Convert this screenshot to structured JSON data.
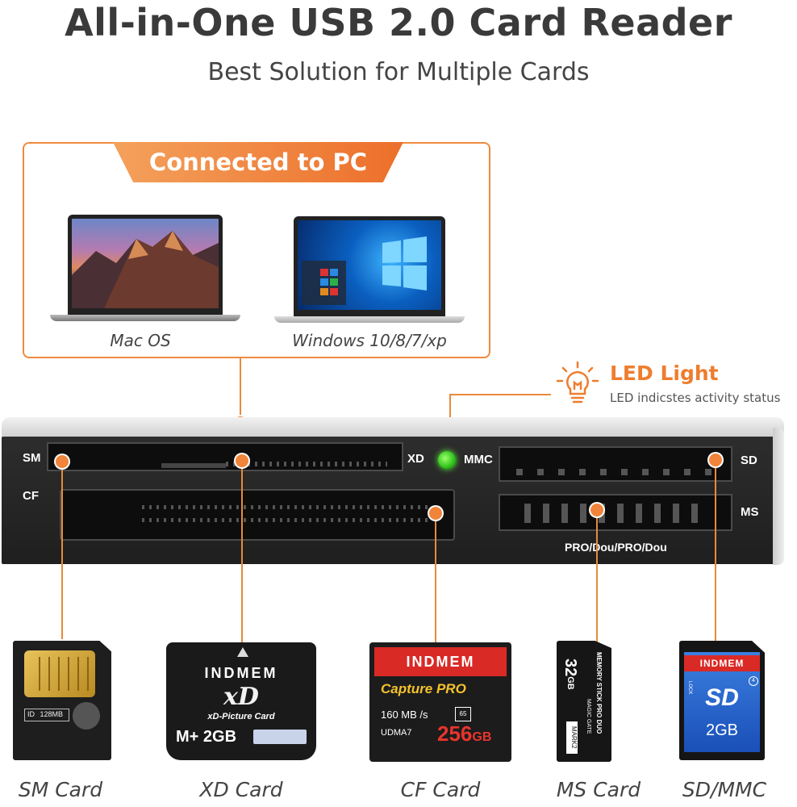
{
  "header": {
    "title": "All-in-One USB 2.0 Card Reader",
    "subtitle": "Best Solution for Multiple Cards"
  },
  "connected": {
    "tab_label": "Connected to PC",
    "systems": [
      {
        "label": "Mac OS"
      },
      {
        "label": "Windows 10/8/7/xp"
      }
    ]
  },
  "led": {
    "title": "LED Light",
    "description": "LED indicstes activity status",
    "color": "#2ec21a"
  },
  "reader": {
    "slot_labels": {
      "sm": "SM",
      "xd": "XD",
      "cf": "CF",
      "mmc": "MMC",
      "sd": "SD",
      "ms": "MS",
      "ms_types": "PRO/Dou/PRO/Dou"
    }
  },
  "cards": {
    "sm": {
      "label": "SM Card",
      "id_text": "ID",
      "capacity_text": "128MB"
    },
    "xd": {
      "label": "XD Card",
      "brand": "INDMEM",
      "logo": "xD",
      "name": "xD-Picture Card",
      "capacity": "M+ 2GB"
    },
    "cf": {
      "label": "CF Card",
      "brand": "INDMEM",
      "series": "Capture PRO",
      "speed": "160 MB /s",
      "udma": "UDMA7",
      "capacity": "256",
      "unit": "GB",
      "badge": "65"
    },
    "ms": {
      "label": "MS Card",
      "capacity": "32",
      "unit": "GB",
      "name": "MEMORY STICK PRO DUO",
      "gate": "MAGIC GATE",
      "mark": "MARK2"
    },
    "sd": {
      "label": "SD/MMC",
      "brand": "INDMEM",
      "logo": "SD",
      "capacity": "2GB",
      "lock": "LOCK",
      "class": "4"
    }
  },
  "colors": {
    "accent": "#ee7d2f",
    "reader_body": "#262626"
  }
}
